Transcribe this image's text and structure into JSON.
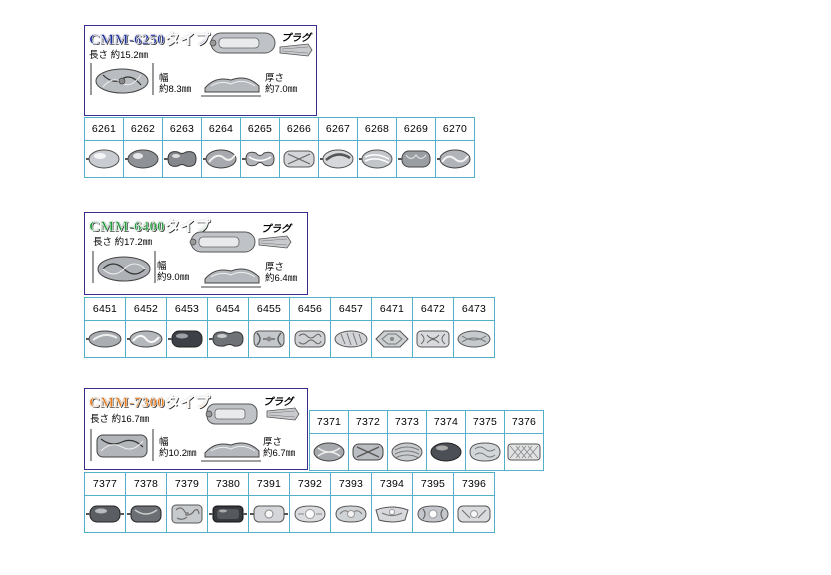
{
  "sections": [
    {
      "title": "CMM-6250タイプ",
      "title_color": "#1d2f9a",
      "length_label": "長さ 約15.2㎜",
      "width_label": [
        "幅",
        "約8.3㎜"
      ],
      "thickness_label": [
        "厚さ",
        "約7.0㎜"
      ],
      "plug_label": "プラグ",
      "row1": [
        "6261",
        "6262",
        "6263",
        "6264",
        "6265",
        "6266",
        "6267",
        "6268",
        "6269",
        "6270"
      ]
    },
    {
      "title": "CMM-6400タイプ",
      "title_color": "#1f9a3a",
      "length_label": "長さ 約17.2㎜",
      "width_label": [
        "幅",
        "約9.0㎜"
      ],
      "thickness_label": [
        "厚さ",
        "約6.4㎜"
      ],
      "plug_label": "プラグ",
      "row1": [
        "6451",
        "6452",
        "6453",
        "6454",
        "6455",
        "6456",
        "6457",
        "6471",
        "6472",
        "6473"
      ]
    },
    {
      "title": "CMM-7300タイプ",
      "title_color": "#e87a1a",
      "length_label": "長さ 約16.7㎜",
      "width_label": [
        "幅",
        "約10.2㎜"
      ],
      "thickness_label": [
        "厚さ",
        "約6.7㎜"
      ],
      "plug_label": "プラグ",
      "row1": [
        "7371",
        "7372",
        "7373",
        "7374",
        "7375",
        "7376"
      ],
      "row2": [
        "7377",
        "7378",
        "7379",
        "7380",
        "7391",
        "7392",
        "7393",
        "7394",
        "7395",
        "7396"
      ]
    }
  ]
}
